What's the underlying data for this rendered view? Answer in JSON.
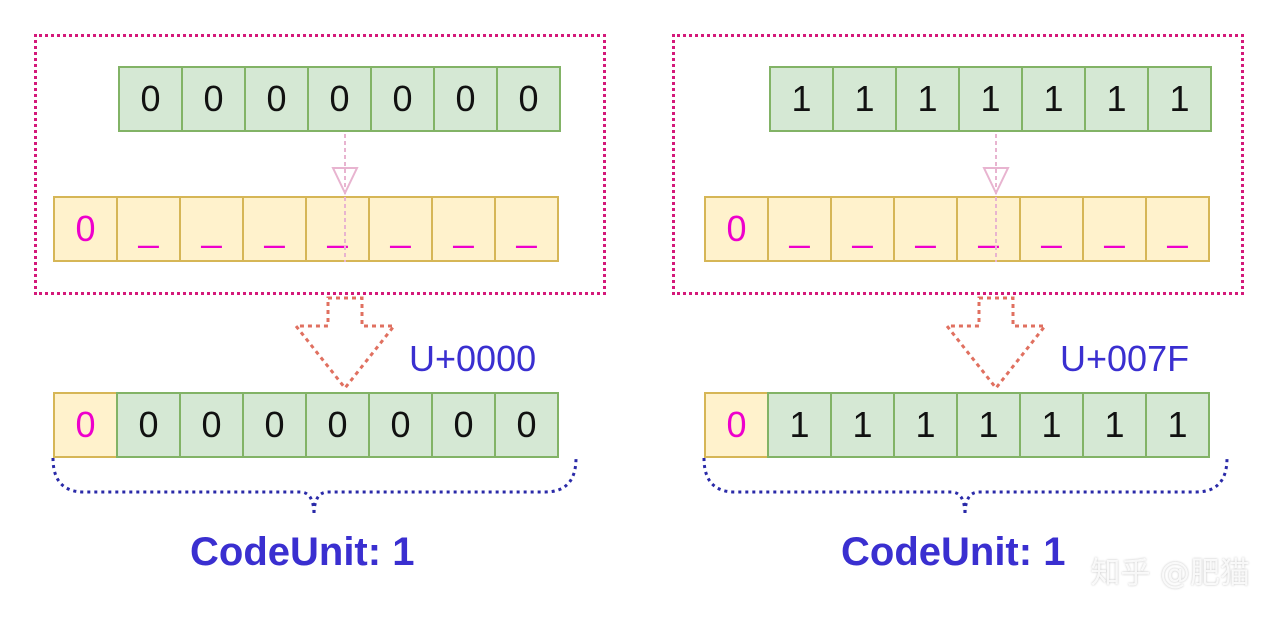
{
  "panels": [
    {
      "source_bits": [
        "0",
        "0",
        "0",
        "0",
        "0",
        "0",
        "0"
      ],
      "template": {
        "prefix": "0",
        "slots": [
          "_",
          "_",
          "_",
          "_",
          "_",
          "_",
          "_"
        ]
      },
      "code_point": "U+0000",
      "result": {
        "prefix": "0",
        "bits": [
          "0",
          "0",
          "0",
          "0",
          "0",
          "0",
          "0"
        ]
      },
      "code_unit_label": "CodeUnit: 1"
    },
    {
      "source_bits": [
        "1",
        "1",
        "1",
        "1",
        "1",
        "1",
        "1"
      ],
      "template": {
        "prefix": "0",
        "slots": [
          "_",
          "_",
          "_",
          "_",
          "_",
          "_",
          "_"
        ]
      },
      "code_point": "U+007F",
      "result": {
        "prefix": "0",
        "bits": [
          "1",
          "1",
          "1",
          "1",
          "1",
          "1",
          "1"
        ]
      },
      "code_unit_label": "CodeUnit: 1"
    }
  ],
  "watermark": "知乎 @肥猫",
  "colors": {
    "frame": "#d4197a",
    "bit_fill": "#d5e8d4",
    "bit_border": "#82b366",
    "prefix_fill": "#fff2cc",
    "prefix_border": "#d6b656",
    "prefix_text": "#ee00cc",
    "label": "#3a2fd0",
    "arrow": "#e07060",
    "brace": "#2a2aa8"
  }
}
